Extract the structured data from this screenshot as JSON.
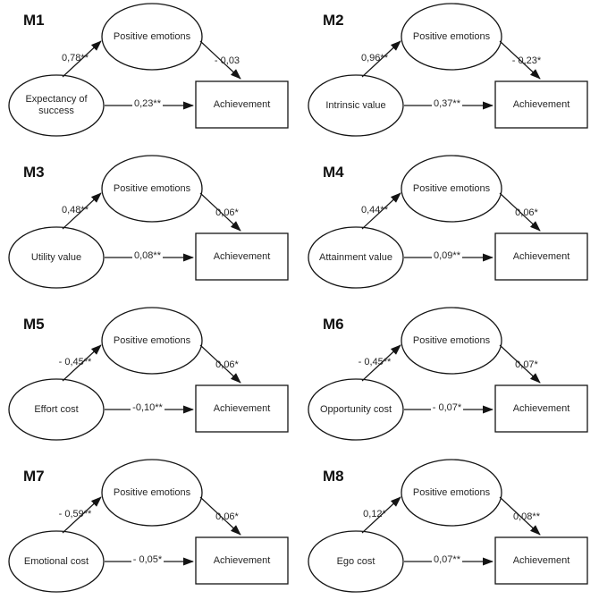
{
  "figure": {
    "mediator_label": "Positive emotions",
    "outcome_label": "Achievement",
    "stroke_color": "#141414",
    "text_color": "#262626",
    "background_color": "#ffffff"
  },
  "models": [
    {
      "id": "M1",
      "predictor": "Expectancy of success",
      "path_to_mediator": "0,78**",
      "mediator_to_outcome": "- 0,03",
      "direct_path": "0,23**"
    },
    {
      "id": "M2",
      "predictor": "Intrinsic value",
      "path_to_mediator": "0,96**",
      "mediator_to_outcome": "- 0,23*",
      "direct_path": "0,37**"
    },
    {
      "id": "M3",
      "predictor": "Utility value",
      "path_to_mediator": "0,48**",
      "mediator_to_outcome": "0,06*",
      "direct_path": "0,08**"
    },
    {
      "id": "M4",
      "predictor": "Attainment value",
      "path_to_mediator": "0,44**",
      "mediator_to_outcome": "0,06*",
      "direct_path": "0,09**"
    },
    {
      "id": "M5",
      "predictor": "Effort cost",
      "path_to_mediator": "- 0,45**",
      "mediator_to_outcome": "0,06*",
      "direct_path": "-0,10**"
    },
    {
      "id": "M6",
      "predictor": "Opportunity cost",
      "path_to_mediator": "- 0,45**",
      "mediator_to_outcome": "0,07*",
      "direct_path": "- 0,07*"
    },
    {
      "id": "M7",
      "predictor": "Emotional cost",
      "path_to_mediator": "- 0,59**",
      "mediator_to_outcome": "0,06*",
      "direct_path": "- 0,05*"
    },
    {
      "id": "M8",
      "predictor": "Ego cost",
      "path_to_mediator": "0,12*",
      "mediator_to_outcome": "0,08**",
      "direct_path": "0,07**"
    }
  ]
}
